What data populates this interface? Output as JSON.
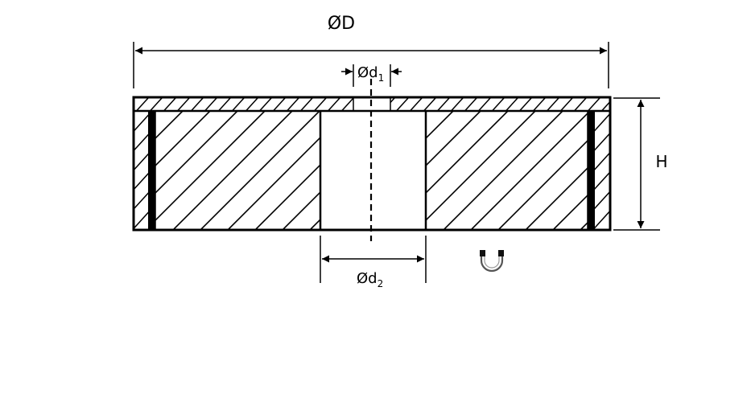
{
  "labels": {
    "outer_diameter": "ØD",
    "hole_diameter_prefix": "Ød",
    "hole_diameter_sub": "1",
    "recess_diameter_prefix": "Ød",
    "recess_diameter_sub": "2",
    "height": "H"
  },
  "icons": {
    "magnet": "magnet-icon"
  },
  "colors": {
    "line": "#000000",
    "background": "#ffffff",
    "magnet_icon": "#555555"
  }
}
